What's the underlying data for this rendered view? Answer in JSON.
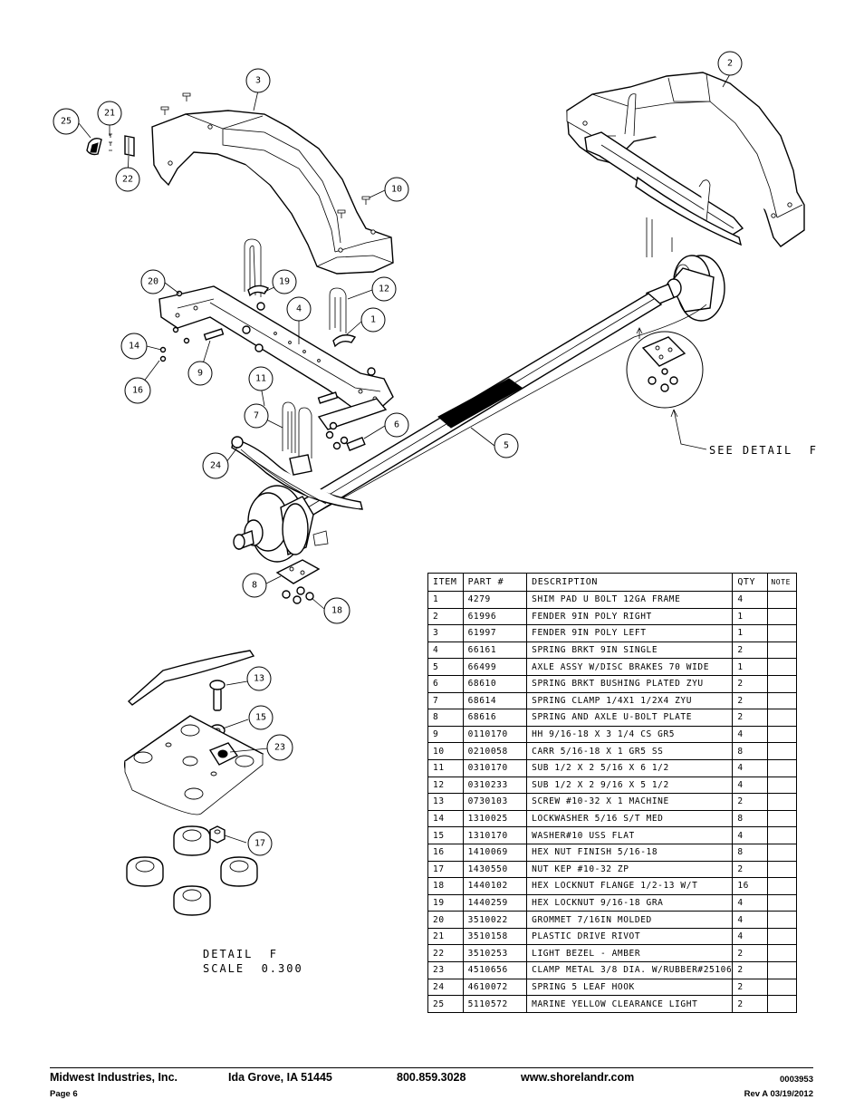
{
  "callouts": {
    "c1": "1",
    "c2": "2",
    "c3": "3",
    "c4": "4",
    "c5": "5",
    "c6": "6",
    "c7": "7",
    "c8": "8",
    "c9": "9",
    "c10": "10",
    "c11": "11",
    "c12": "12",
    "c13": "13",
    "c14": "14",
    "c15": "15",
    "c16": "16",
    "c17": "17",
    "c18": "18",
    "c19": "19",
    "c20": "20",
    "c21": "21",
    "c22": "22",
    "c23": "23",
    "c24": "24",
    "c25": "25"
  },
  "notes": {
    "see_detail": "SEE DETAIL  F",
    "detail_title": "DETAIL  F",
    "detail_scale": "SCALE  0.300"
  },
  "bom": {
    "headers": [
      "ITEM",
      "PART #",
      "DESCRIPTION",
      "QTY",
      "NOTE"
    ],
    "rows": [
      [
        "1",
        "4279",
        "SHIM PAD  U BOLT 12GA FRAME",
        "4",
        ""
      ],
      [
        "2",
        "61996",
        "FENDER  9IN POLY RIGHT",
        "1",
        ""
      ],
      [
        "3",
        "61997",
        "FENDER  9IN POLY LEFT",
        "1",
        ""
      ],
      [
        "4",
        "66161",
        "SPRING BRKT  9IN SINGLE",
        "2",
        ""
      ],
      [
        "5",
        "66499",
        "AXLE ASSY W/DISC BRAKES 70 WIDE",
        "1",
        ""
      ],
      [
        "6",
        "68610",
        "SPRING BRKT BUSHING PLATED ZYU",
        "2",
        ""
      ],
      [
        "7",
        "68614",
        "SPRING CLAMP  1/4X1 1/2X4  ZYU",
        "2",
        ""
      ],
      [
        "8",
        "68616",
        "SPRING AND AXLE U-BOLT PLATE",
        "2",
        ""
      ],
      [
        "9",
        "0110170",
        "HH 9/16-18 X 3 1/4 CS GR5",
        "4",
        ""
      ],
      [
        "10",
        "0210058",
        "CARR 5/16-18 X 1 GR5 SS",
        "8",
        ""
      ],
      [
        "11",
        "0310170",
        "SUB 1/2 X 2 5/16 X 6 1/2",
        "4",
        ""
      ],
      [
        "12",
        "0310233",
        "SUB 1/2 X 2 9/16 X 5 1/2",
        "4",
        ""
      ],
      [
        "13",
        "0730103",
        "SCREW #10-32 X 1 MACHINE",
        "2",
        ""
      ],
      [
        "14",
        "1310025",
        "LOCKWASHER 5/16 S/T MED",
        "8",
        ""
      ],
      [
        "15",
        "1310170",
        "WASHER#10 USS FLAT",
        "4",
        ""
      ],
      [
        "16",
        "1410069",
        "HEX NUT FINISH 5/16-18",
        "8",
        ""
      ],
      [
        "17",
        "1430550",
        "NUT KEP #10-32 ZP",
        "2",
        ""
      ],
      [
        "18",
        "1440102",
        "HEX LOCKNUT FLANGE 1/2-13 W/T",
        "16",
        ""
      ],
      [
        "19",
        "1440259",
        "HEX LOCKNUT 9/16-18 GRA",
        "4",
        ""
      ],
      [
        "20",
        "3510022",
        "GROMMET  7/16IN MOLDED",
        "4",
        ""
      ],
      [
        "21",
        "3510158",
        "PLASTIC DRIVE RIVOT",
        "4",
        ""
      ],
      [
        "22",
        "3510253",
        "LIGHT BEZEL - AMBER",
        "2",
        ""
      ],
      [
        "23",
        "4510656",
        "CLAMP METAL 3/8 DIA. W/RUBBER#25106",
        "2",
        ""
      ],
      [
        "24",
        "4610072",
        "SPRING  5 LEAF HOOK",
        "2",
        ""
      ],
      [
        "25",
        "5110572",
        "MARINE YELLOW CLEARANCE LIGHT",
        "2",
        ""
      ]
    ]
  },
  "footer": {
    "company": "Midwest Industries, Inc.",
    "city": "Ida Grove, IA  51445",
    "phone": "800.859.3028",
    "website": "www.shorelandr.com",
    "page": "Page 6",
    "doc_number": "0003953",
    "revision": "Rev A 03/19/2012"
  }
}
